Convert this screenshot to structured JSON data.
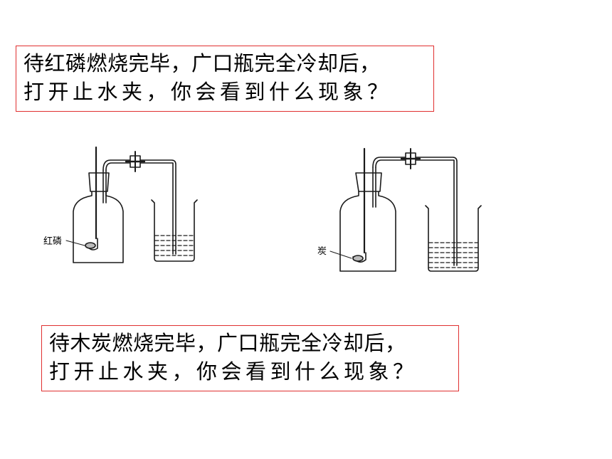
{
  "question_1": {
    "line1": "待红磷燃烧完毕，广口瓶完全冷却后，",
    "line2": "打开止水夹，你会看到什么现象？"
  },
  "question_2": {
    "line1": "待木炭燃烧完毕，广口瓶完全冷却后，",
    "line2": "打开止水夹，你会看到什么现象？"
  },
  "diagram_1": {
    "label": "红磷"
  },
  "diagram_2": {
    "label": "炭"
  },
  "colors": {
    "box_border": "#e03030",
    "ink": "#1a1a1a"
  }
}
